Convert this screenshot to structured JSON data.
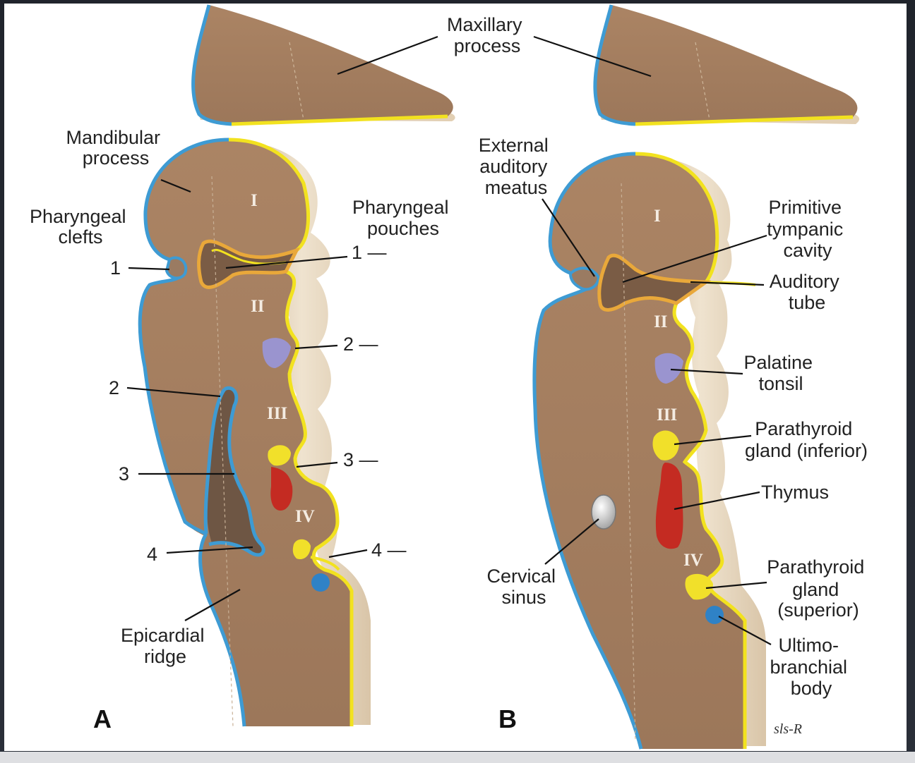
{
  "colors": {
    "mesenchyme": "#a47f5f",
    "ectoderm": "#3e9bd3",
    "endoderm": "#f2e21f",
    "wall_shadow": "#e4d2b8",
    "tonsil": "#9a94cf",
    "thymus": "#c42b22",
    "parathyroid": "#f1e02a",
    "ultimobranchial": "#2f82c6",
    "cervical_sinus": "#c9c9c9",
    "background": "#ffffff"
  },
  "labels": {
    "maxillary": [
      "Maxillary",
      "process"
    ],
    "mandibular": [
      "Mandibular",
      "process"
    ],
    "pharyngeal_clefts": [
      "Pharyngeal",
      "clefts"
    ],
    "pharyngeal_pouches": [
      "Pharyngeal",
      "pouches"
    ],
    "epicardial": [
      "Epicardial",
      "ridge"
    ],
    "external_auditory": [
      "External",
      "auditory",
      "meatus"
    ],
    "primitive_tympanic": [
      "Primitive",
      "tympanic",
      "cavity"
    ],
    "auditory_tube": [
      "Auditory",
      "tube"
    ],
    "palatine_tonsil": [
      "Palatine",
      "tonsil"
    ],
    "parathyroid_inferior": [
      "Parathyroid",
      "gland (inferior)"
    ],
    "thymus": "Thymus",
    "parathyroid_superior": [
      "Parathyroid",
      "gland",
      "(superior)"
    ],
    "ultimobranchial": [
      "Ultimo-",
      "branchial",
      "body"
    ],
    "cervical_sinus": [
      "Cervical",
      "sinus"
    ]
  },
  "cleft_numbers": [
    "1",
    "2",
    "3",
    "4"
  ],
  "pouch_numbers": [
    "1 —",
    "2 —",
    "3 —",
    "4 —"
  ],
  "arches": [
    "I",
    "II",
    "III",
    "IV"
  ],
  "panels": [
    "A",
    "B"
  ],
  "signature": "sls-R"
}
